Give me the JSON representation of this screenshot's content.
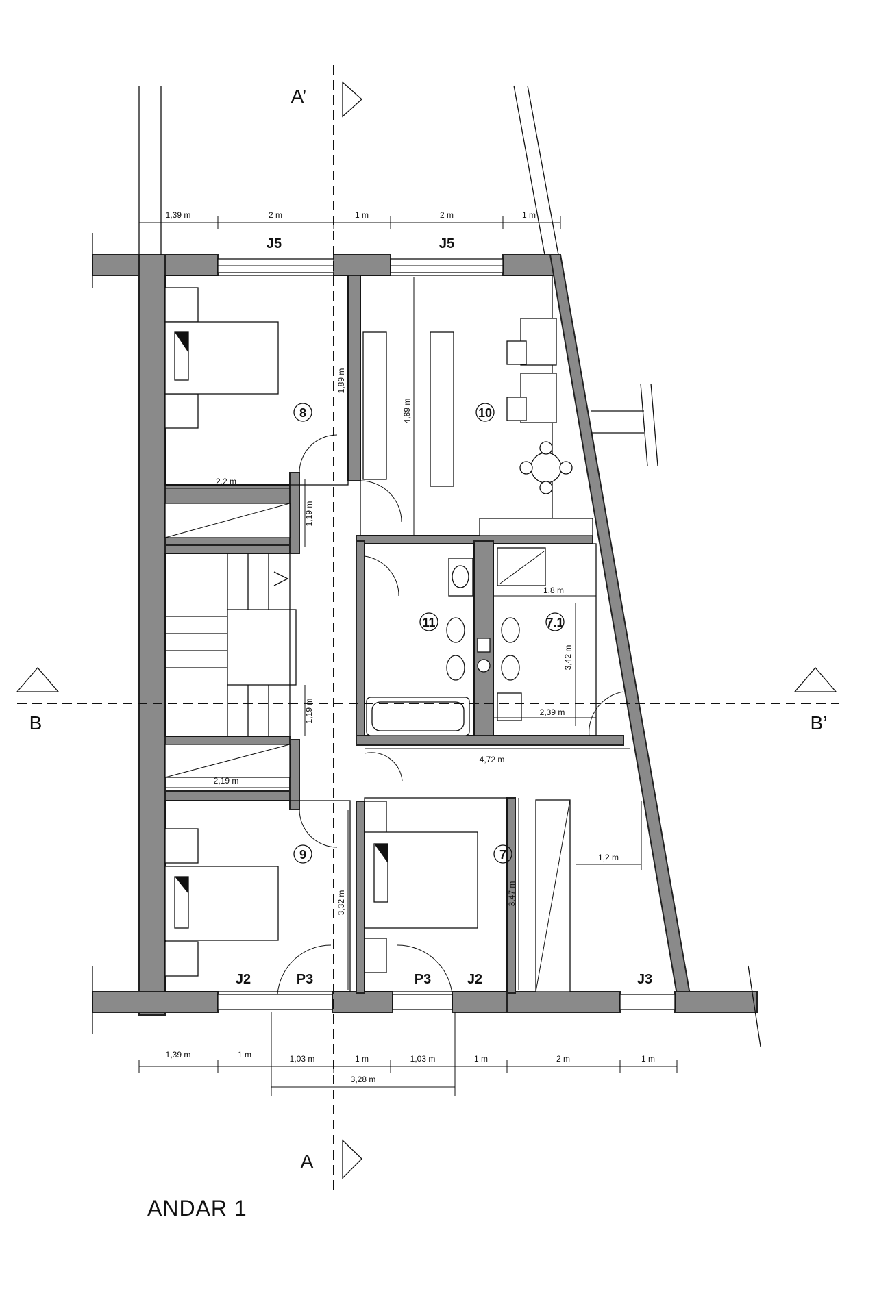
{
  "plan": {
    "title": "ANDAR 1",
    "sections": {
      "a_top": "A’",
      "a_bottom": "A",
      "b_left": "B",
      "b_right": "B’"
    },
    "windows": {
      "j5_left": "J5",
      "j5_right": "J5",
      "j2_left": "J2",
      "j2_right": "J2",
      "j3": "J3",
      "p3_left": "P3",
      "p3_right": "P3"
    },
    "rooms": {
      "r7": "7",
      "r71": "7.1",
      "r8": "8",
      "r9": "9",
      "r10": "10",
      "r11": "11"
    },
    "dims_top": [
      "1,39 m",
      "2 m",
      "1 m",
      "2 m",
      "1 m"
    ],
    "dims_bottom": [
      "1,39 m",
      "1 m",
      "1,03 m",
      "1 m",
      "1,03 m",
      "1 m",
      "2 m",
      "1 m"
    ],
    "dim_total": "3,28 m",
    "dims_inner": {
      "d189": "1,89 m",
      "d489": "4,89 m",
      "d22": "2,2 m",
      "d119a": "1,19 m",
      "d119b": "1,19 m",
      "d18": "1,8 m",
      "d342": "3,42 m",
      "d239": "2,39 m",
      "d472": "4,72 m",
      "d219": "2,19 m",
      "d332": "3,32 m",
      "d347": "3,47 m",
      "d12": "1,2 m"
    }
  }
}
